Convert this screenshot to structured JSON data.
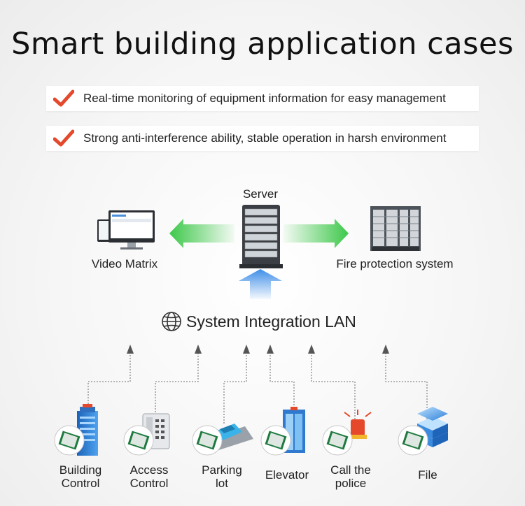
{
  "title": "Smart building application cases",
  "features": [
    {
      "text": "Real-time monitoring of equipment information for easy management"
    },
    {
      "text": "Strong anti-interference ability, stable operation in harsh environment"
    }
  ],
  "colors": {
    "check": "#e5482b",
    "arrow_green": "#3ec84a",
    "arrow_blue": "#3f8ee8"
  },
  "hub": {
    "server_label": "Server",
    "left_label": "Video Matrix",
    "right_label": "Fire protection system",
    "lan_label": "System Integration LAN",
    "lan_icon": "globe-icon"
  },
  "devices": [
    {
      "label": "Building\nControl",
      "icon": "building-icon"
    },
    {
      "label": "Access\nControl",
      "icon": "keypad-icon"
    },
    {
      "label": "Parking\nlot",
      "icon": "car-icon"
    },
    {
      "label": "Elevator",
      "icon": "elevator-icon"
    },
    {
      "label": "Call the\npolice",
      "icon": "alarm-light-icon"
    },
    {
      "label": "File",
      "icon": "database-icon"
    }
  ]
}
